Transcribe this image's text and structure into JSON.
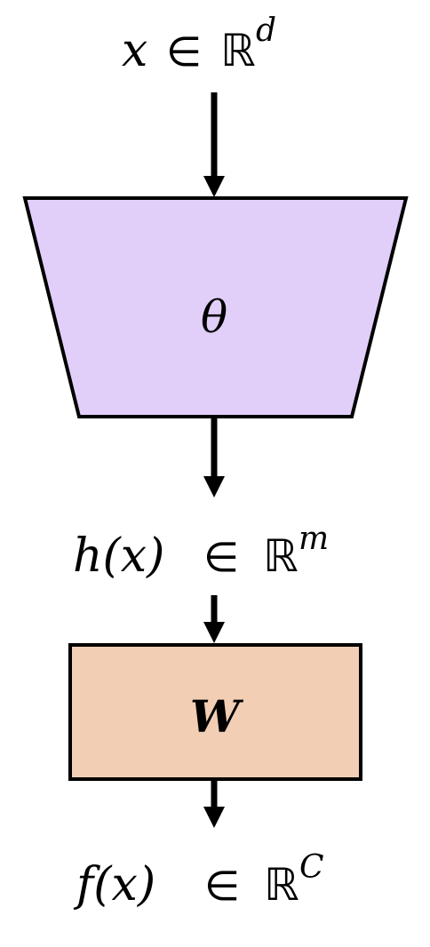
{
  "nodes": {
    "input": {
      "var": "x",
      "member": "∈",
      "space": "ℝ",
      "dim": "d"
    },
    "encoder": {
      "label": "θ",
      "fill": "#E1CFFA"
    },
    "hidden": {
      "var": "h(x)",
      "member": "∈",
      "space": "ℝ",
      "dim": "m"
    },
    "head": {
      "label": "W",
      "fill": "#F2CEB4"
    },
    "output": {
      "var": "f(x)",
      "member": "∈",
      "space": "ℝ",
      "dim": "C"
    }
  },
  "colors": {
    "stroke": "#000000"
  }
}
